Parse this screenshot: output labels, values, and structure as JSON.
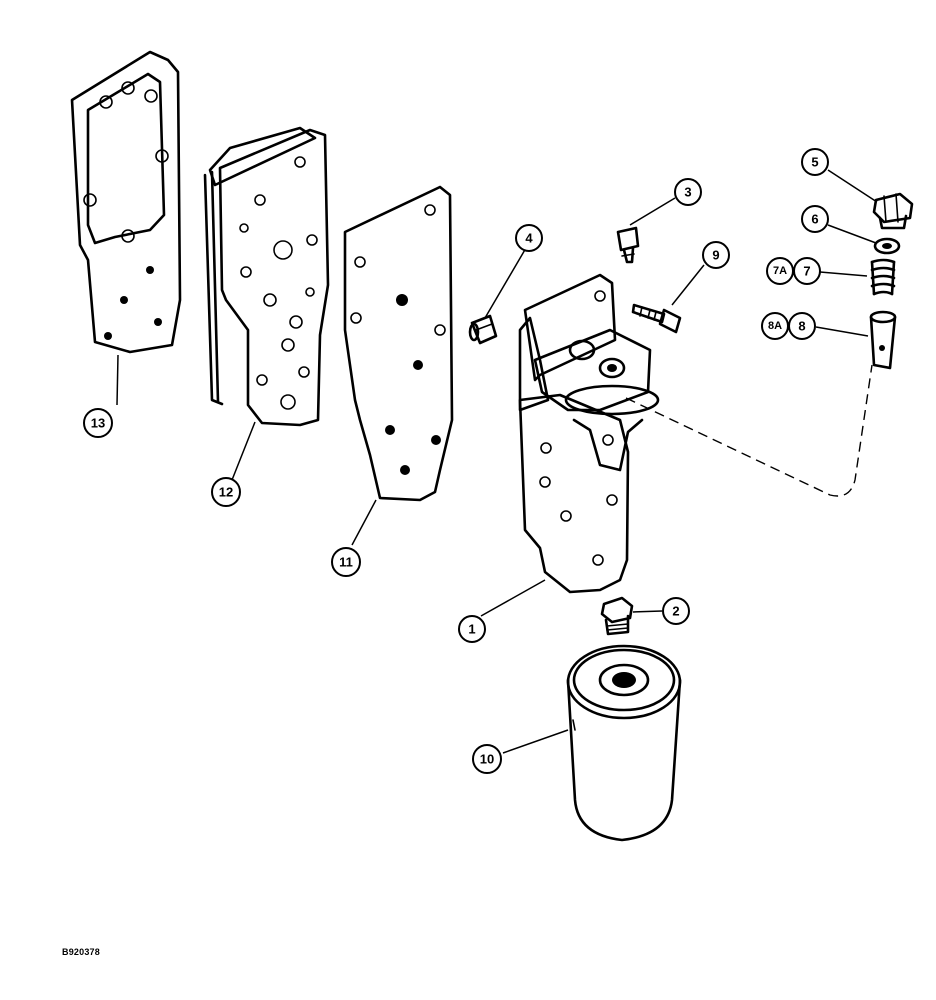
{
  "figure": {
    "id_label": "B920378"
  },
  "callouts": {
    "c1": "1",
    "c2": "2",
    "c3": "3",
    "c4": "4",
    "c5": "5",
    "c6": "6",
    "c7": "7",
    "c7a": "7A",
    "c8": "8",
    "c8a": "8A",
    "c9": "9",
    "c10": "10",
    "c11": "11",
    "c12": "12",
    "c13": "13"
  }
}
